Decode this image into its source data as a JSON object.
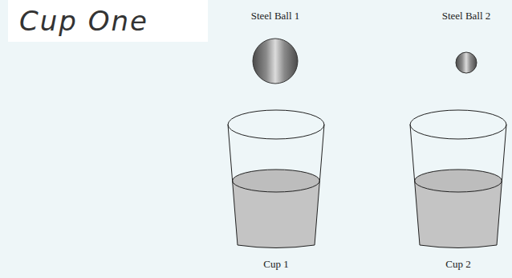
{
  "diagram": {
    "nodes": [
      {
        "text": [
          "Cup One"
        ]
      }
    ],
    "labels": [
      "Steel Ball 1",
      "Steel Ball 2",
      "Cup 1",
      "Cup 2"
    ]
  }
}
